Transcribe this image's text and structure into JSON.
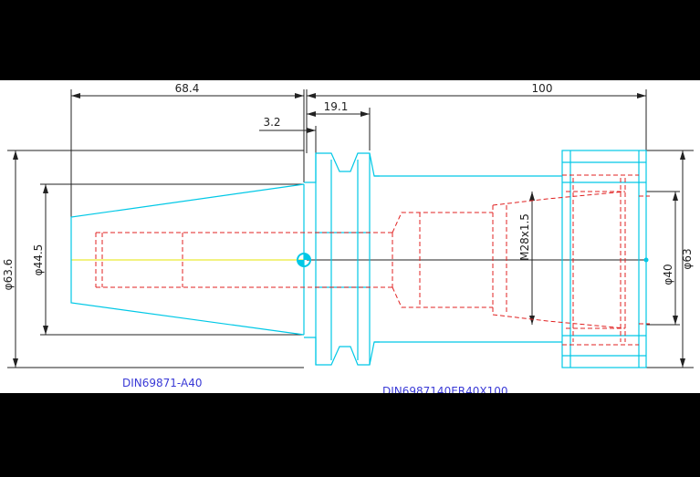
{
  "dimensions": {
    "len_taper": "68.4",
    "len_flange": "19.1",
    "len_gap": "3.2",
    "len_total": "100",
    "dia_outer": "φ63.6",
    "dia_taper": "φ44.5",
    "thread": "M28x1.5",
    "dia_nut": "φ63",
    "dia_bore": "φ40"
  },
  "labels": {
    "taper_std": "DIN69871-A40",
    "collet_std": "DIN6987140ER40X100"
  },
  "colors": {
    "outline": "#00c8e6",
    "hidden": "#e02020",
    "dim": "#222222",
    "center": "#e6e600",
    "text_blue": "#3a3ad6"
  }
}
